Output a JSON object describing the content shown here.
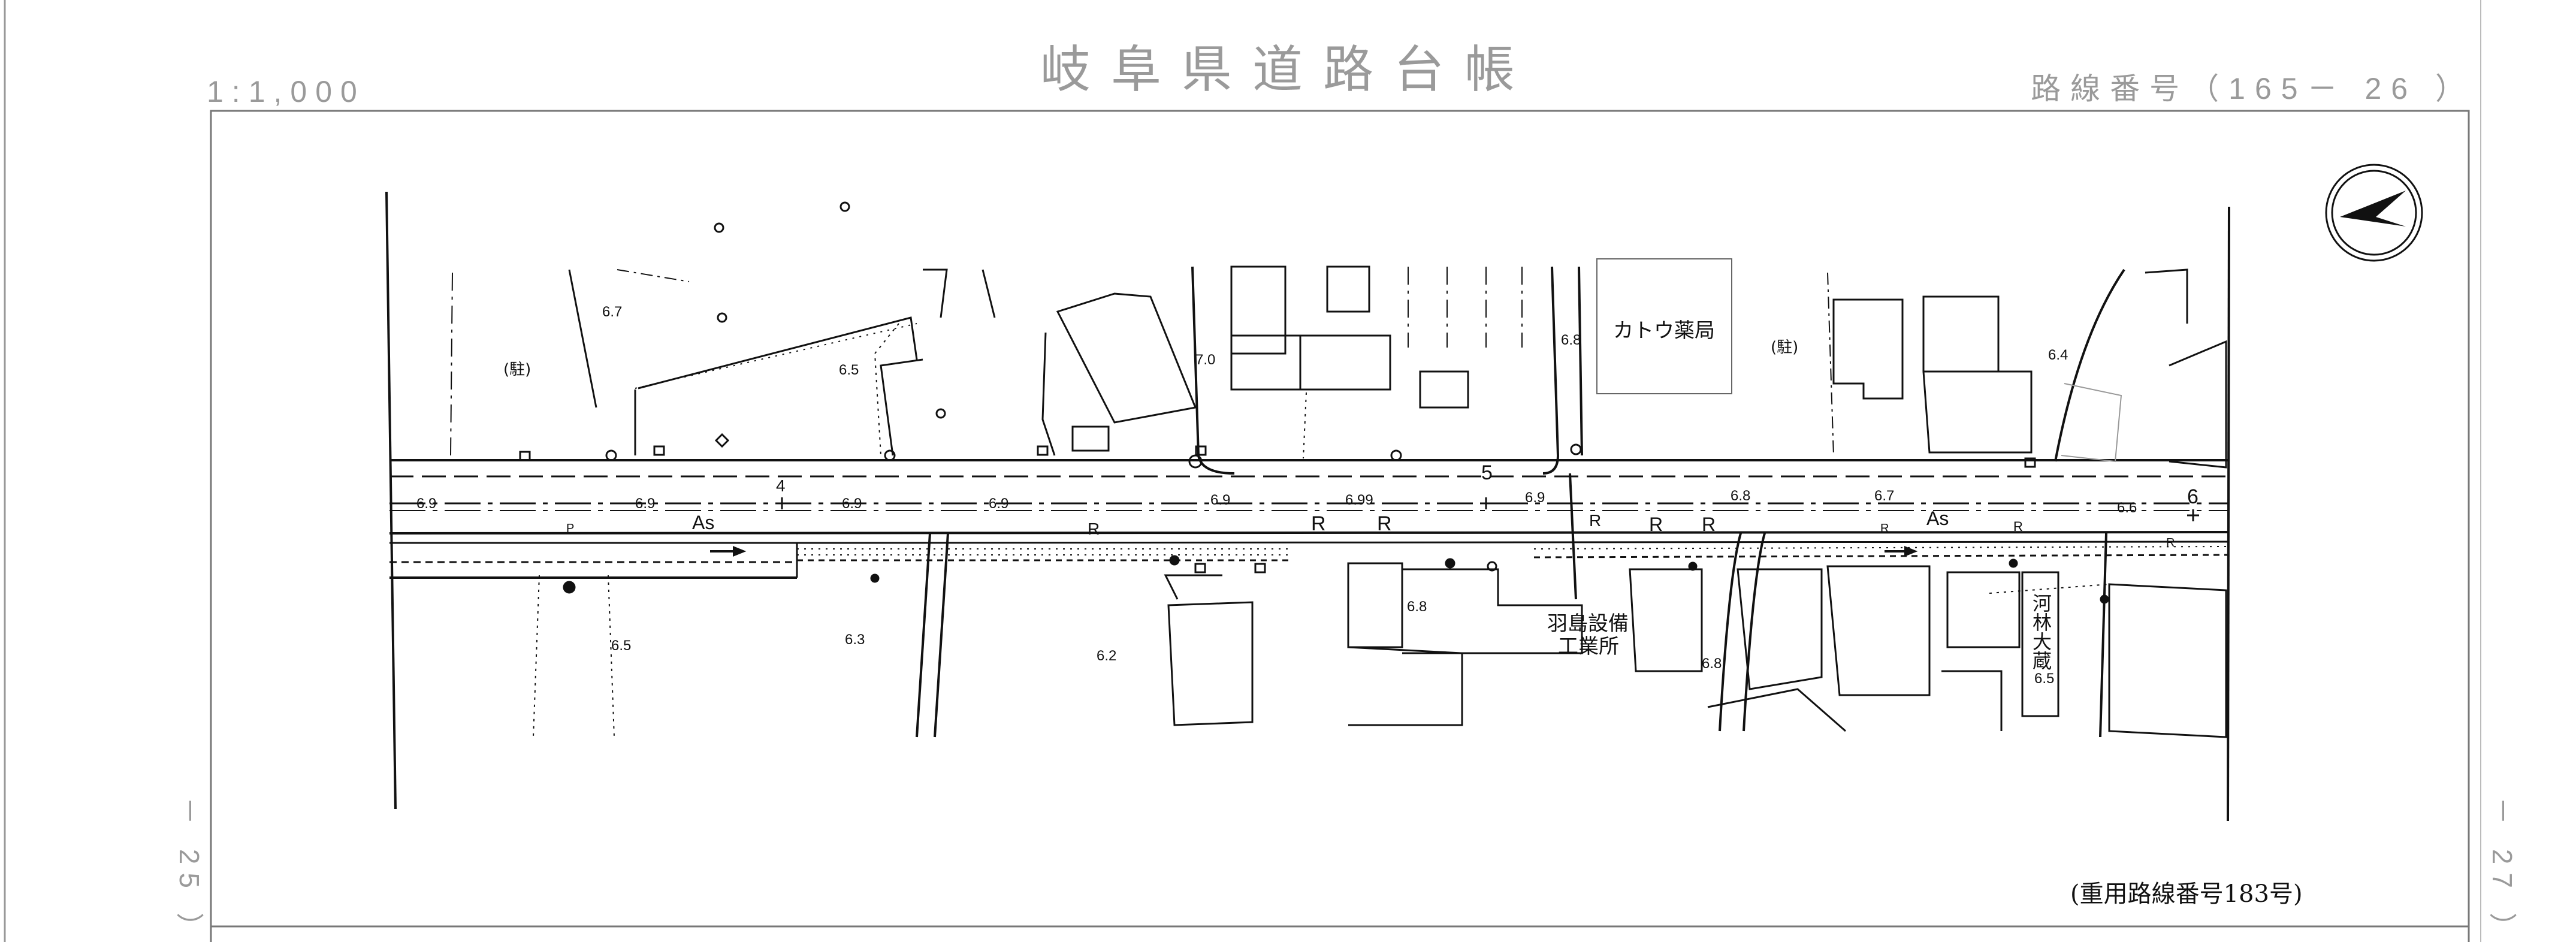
{
  "header": {
    "scale": "1:1,000",
    "title": "岐阜県道路台帳",
    "route_number": "路線番号（165－ 26 ）"
  },
  "side_labels": {
    "left": "－ 25 ）",
    "right": "－ 27 ）"
  },
  "map": {
    "north_arrow_icon": "north-arrow-icon",
    "labels": {
      "parking_left": "(駐)",
      "parking_right": "(駐)",
      "pharmacy": "カトウ薬局",
      "company_line1": "羽島設備",
      "company_line2": "工業所",
      "kawabayashi": "河林大蔵",
      "surface_left": "As",
      "surface_right": "As",
      "station_4": "4",
      "station_5": "5",
      "station_6": "6",
      "p_mark": "P"
    },
    "elevations": {
      "e_6_7_top": "6.7",
      "e_6_5_field": "6.5",
      "e_7_0": "7.0",
      "e_6_8_top": "6.8",
      "e_6_4": "6.4",
      "e_road_1": "6.9",
      "e_road_2": "6.9",
      "e_road_3": "6.9",
      "e_road_4": "6.9",
      "e_road_5": "6.9",
      "e_road_6": "6.99",
      "e_road_7": "6.9",
      "e_road_8": "6.8",
      "e_road_9": "6.7",
      "e_road_10": "6.6",
      "e_6_5_bottom": "6.5",
      "e_6_3": "6.3",
      "e_6_2": "6.2",
      "e_6_8_bldg": "6.8",
      "e_6_8_lower": "6.8",
      "e_6_5_right": "6.5"
    },
    "r_marks": [
      "R",
      "R",
      "R",
      "R",
      "R",
      "R",
      "R",
      "R",
      "R"
    ],
    "footnote": "(重用路線番号183号)"
  },
  "colors": {
    "header_gray": "#9a9a9a",
    "line_black": "#111111",
    "frame_gray": "#777777"
  }
}
